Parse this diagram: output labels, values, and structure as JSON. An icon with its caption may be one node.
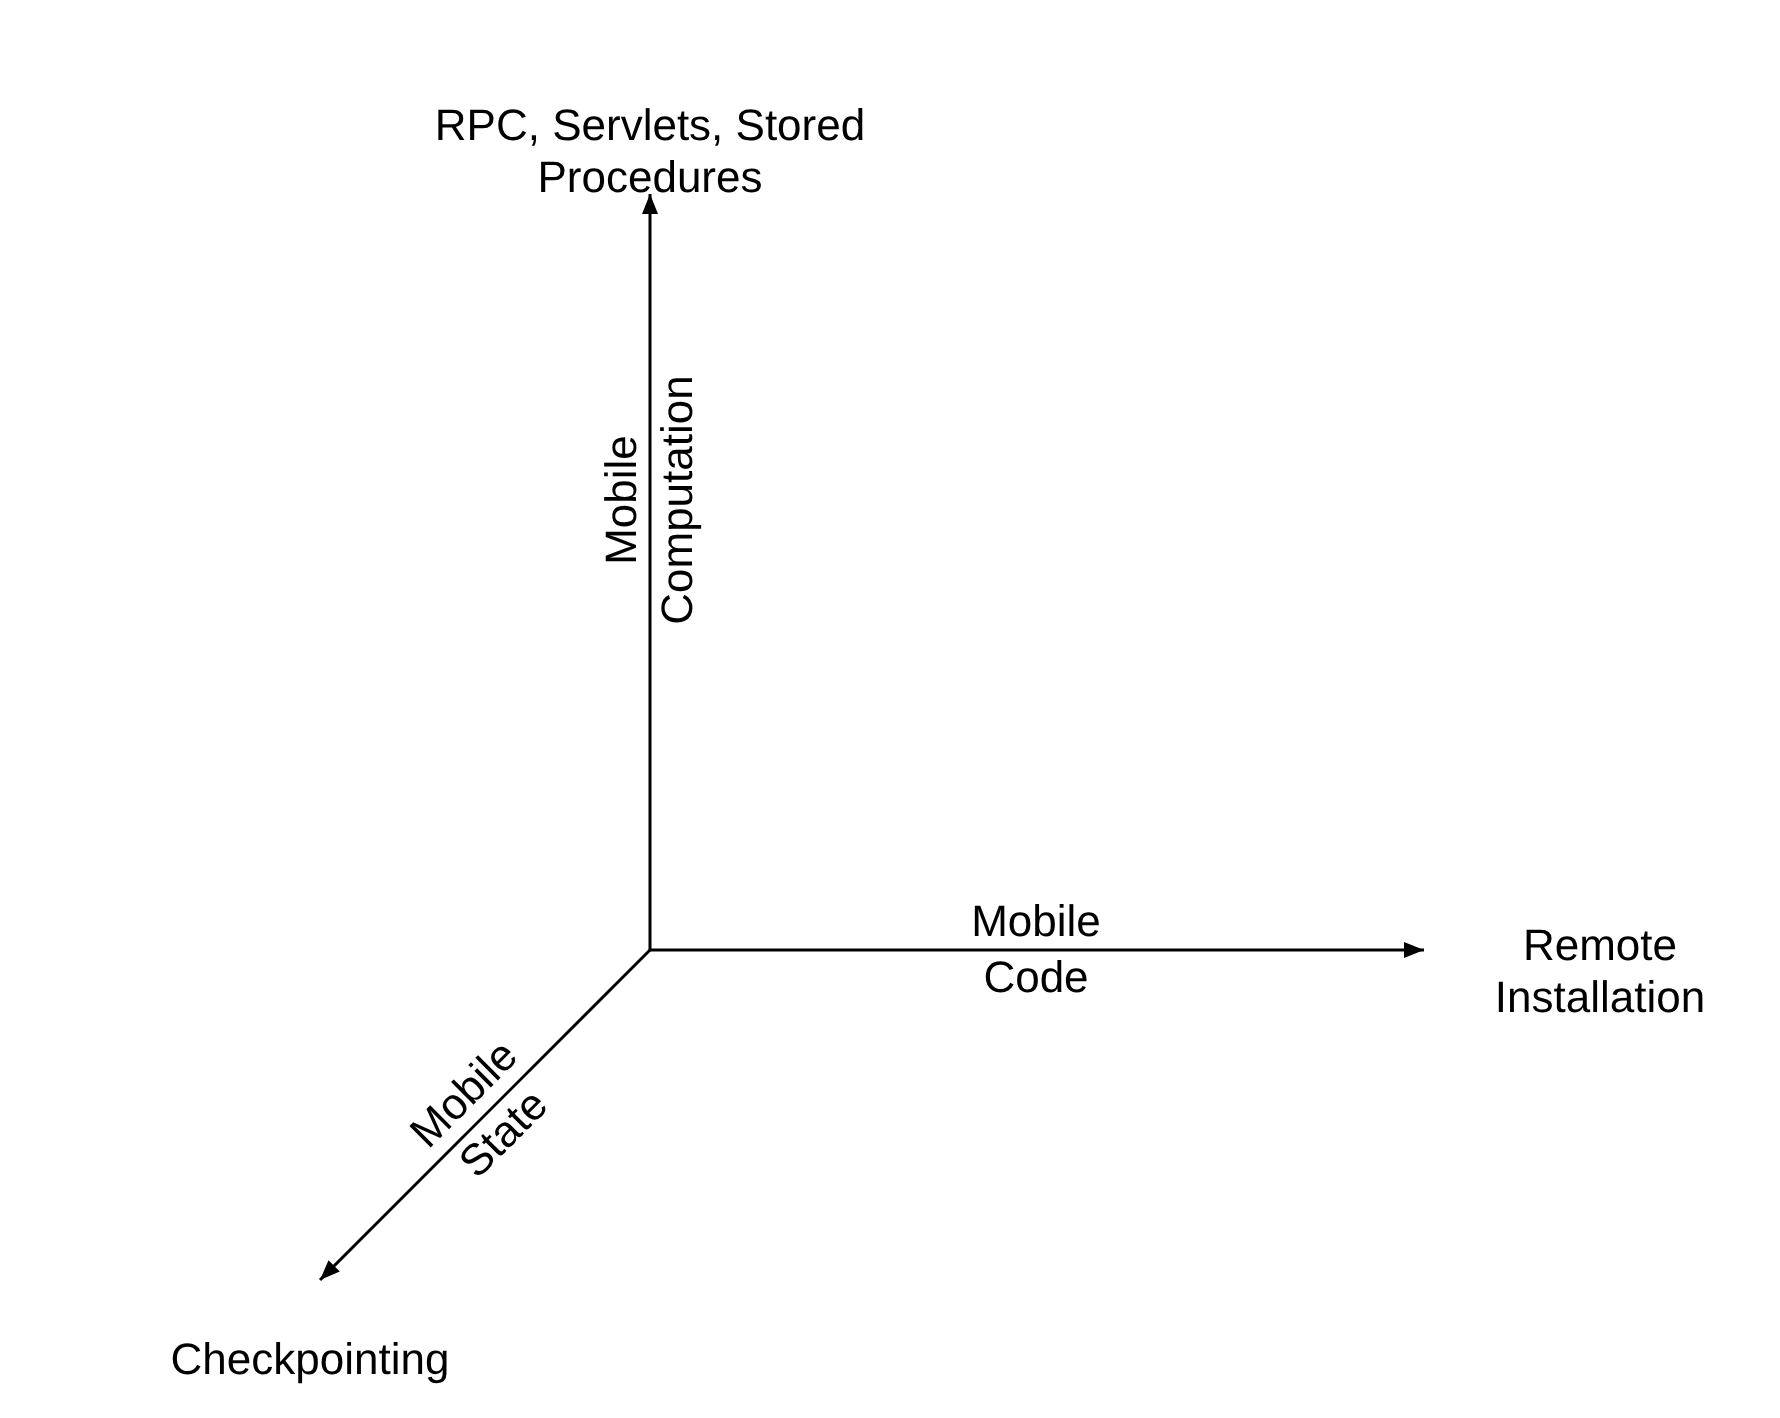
{
  "diagram": {
    "nodes": [
      {
        "text": [
          "RPC, Servlets, Stored Procedures"
        ]
      },
      {
        "text": [
          "Remote Installation"
        ]
      },
      {
        "text": [
          "Checkpointing"
        ]
      }
    ],
    "edges": [
      {
        "from": null,
        "to": 0,
        "arrow": "to",
        "label": "Mobile Computation"
      },
      {
        "from": null,
        "to": 1,
        "arrow": "to",
        "label": "Mobile Code"
      },
      {
        "from": null,
        "to": 2,
        "arrow": "to",
        "label": "Mobile State"
      }
    ]
  }
}
